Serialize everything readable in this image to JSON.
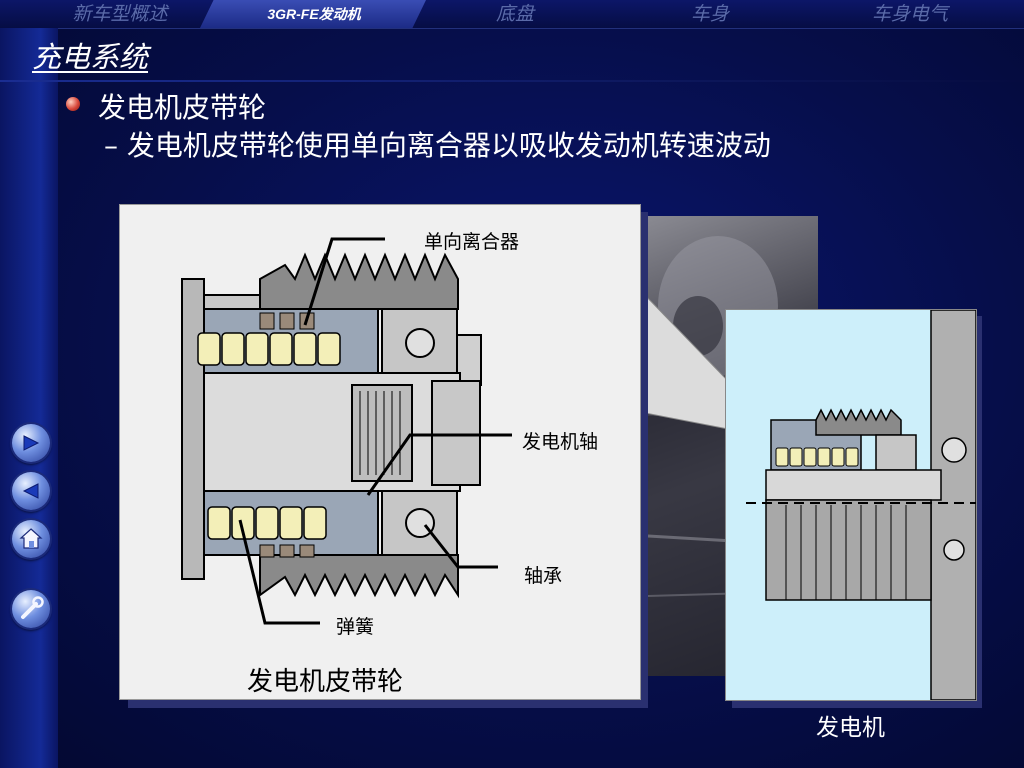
{
  "nav": {
    "tabs": [
      {
        "label": "新车型概述"
      },
      {
        "label": "3GR-FE发动机"
      },
      {
        "label": "底盘"
      },
      {
        "label": "车身"
      },
      {
        "label": "车身电气"
      }
    ]
  },
  "title": "充电系统",
  "heading": "发电机皮带轮",
  "subline": "– 发电机皮带轮使用单向离合器以吸收发动机转速波动",
  "diagram": {
    "labels": {
      "clutch": "单向离合器",
      "shaft": "发电机轴",
      "bearing": "轴承",
      "spring": "弹簧"
    },
    "caption": "发电机皮带轮",
    "alternator_caption": "发电机"
  },
  "colors": {
    "background": "#060e4a",
    "accent": "#3a4db4",
    "spring": "#f3efb8"
  },
  "sidebar": {
    "buttons": [
      {
        "icon": "arrow-right-icon"
      },
      {
        "icon": "arrow-left-icon"
      },
      {
        "icon": "home-icon"
      },
      {
        "icon": "wrench-icon"
      }
    ]
  }
}
